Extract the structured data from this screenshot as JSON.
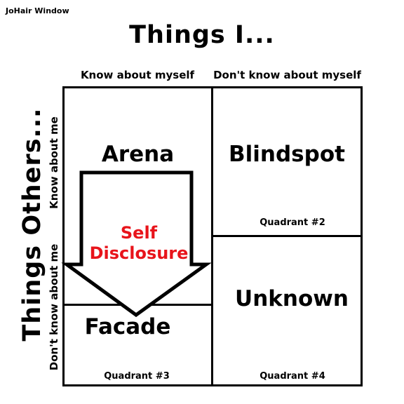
{
  "window": {
    "title": "JoHair Window"
  },
  "diagram": {
    "title_top": "Things I...",
    "title_side": "Things Others...",
    "columns": [
      "Know about myself",
      "Don't know about myself"
    ],
    "rows": [
      "Know about me",
      "Don't know about me"
    ],
    "quadrants": [
      {
        "name": "Arena",
        "number_label": ""
      },
      {
        "name": "Blindspot",
        "number_label": "Quadrant #2"
      },
      {
        "name": "Facade",
        "number_label": "Quadrant #3"
      },
      {
        "name": "Unknown",
        "number_label": "Quadrant #4"
      }
    ],
    "arrow_label_line1": "Self",
    "arrow_label_line2": "Disclosure",
    "colors": {
      "arrow_label": "#e8141b",
      "lines": "#000000",
      "background": "#ffffff"
    }
  }
}
